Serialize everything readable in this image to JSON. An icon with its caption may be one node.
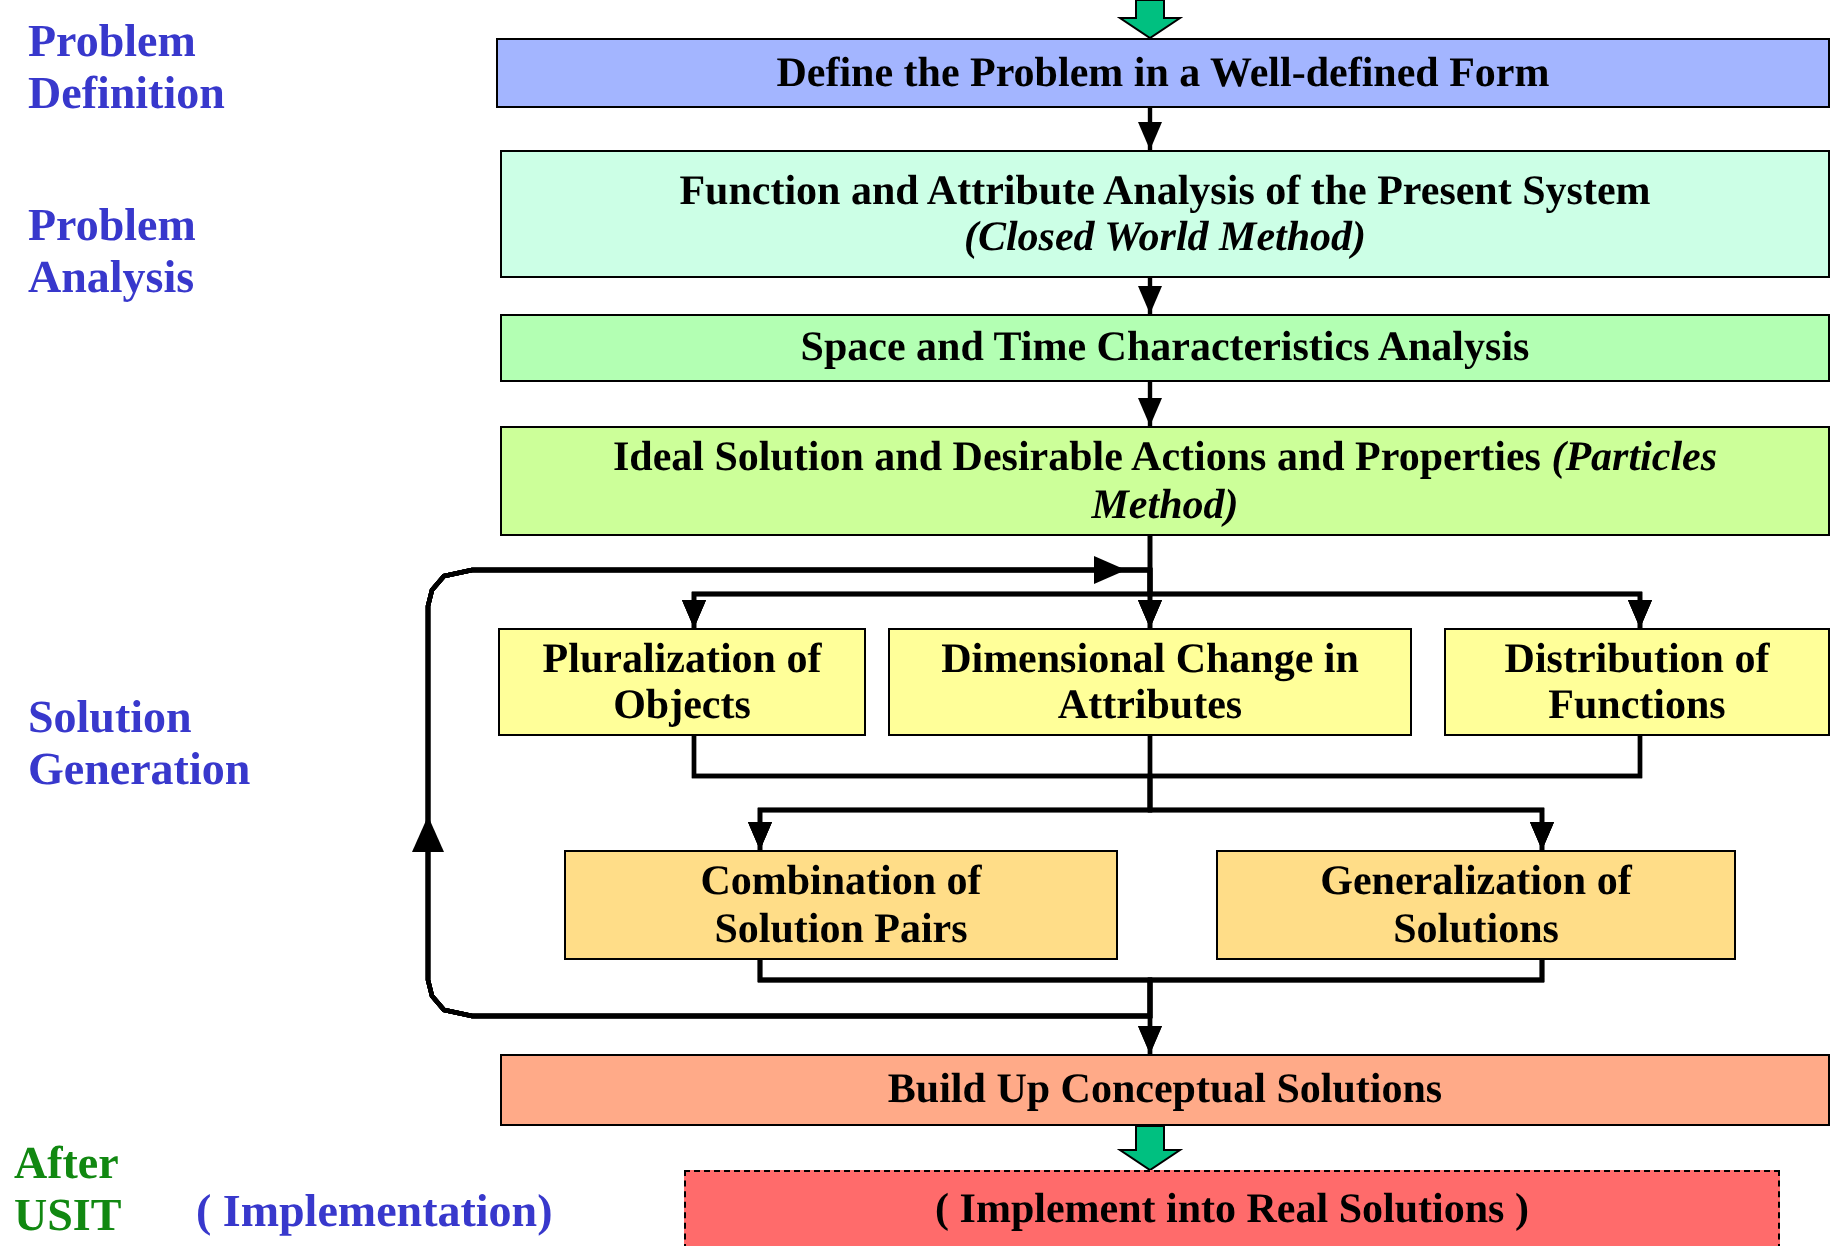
{
  "diagram": {
    "nodes": [
      {
        "text": [
          "Define the Problem in a Well-defined Form"
        ]
      },
      {
        "text": [
          "Function and Attribute Analysis of the Present System *(Closed World Method)*"
        ]
      },
      {
        "text": [
          "Space and Time Characteristics Analysis"
        ]
      },
      {
        "text": [
          "Ideal Solution and Desirable Actions and Properties *(Particles Method)*"
        ]
      },
      {
        "text": [
          "Pluralization of Objects"
        ]
      },
      {
        "text": [
          "Dimensional Change in Attributes"
        ]
      },
      {
        "text": [
          "Distribution of Functions"
        ]
      },
      {
        "text": [
          "Combination of Solution Pairs"
        ]
      },
      {
        "text": [
          "Generalization of Solutions"
        ]
      },
      {
        "text": [
          "Build Up Conceptual Solutions"
        ]
      },
      {
        "text": [
          "( Implement into Real Solutions )"
        ]
      }
    ],
    "edges": [
      {
        "from": null,
        "to": 0,
        "arrow": "to",
        "style": "thick",
        "color": "#00c080"
      },
      {
        "from": 0,
        "to": 1,
        "arrow": "to"
      },
      {
        "from": 1,
        "to": 2,
        "arrow": "to"
      },
      {
        "from": 2,
        "to": 3,
        "arrow": "to"
      },
      {
        "from": 3,
        "to": 4,
        "arrow": "to"
      },
      {
        "from": 3,
        "to": 5,
        "arrow": "to"
      },
      {
        "from": 3,
        "to": 6,
        "arrow": "to"
      },
      {
        "from": 4,
        "to": 7,
        "arrow": "to"
      },
      {
        "from": 4,
        "to": 8,
        "arrow": "to"
      },
      {
        "from": 5,
        "to": 7,
        "arrow": "to"
      },
      {
        "from": 5,
        "to": 8,
        "arrow": "to"
      },
      {
        "from": 6,
        "to": 7,
        "arrow": "to"
      },
      {
        "from": 6,
        "to": 8,
        "arrow": "to"
      },
      {
        "from": 7,
        "to": 9,
        "arrow": "to"
      },
      {
        "from": 8,
        "to": 9,
        "arrow": "to"
      },
      {
        "from": 7,
        "to": 4,
        "arrow": "to"
      },
      {
        "from": 7,
        "to": 5,
        "arrow": "to"
      },
      {
        "from": 7,
        "to": 6,
        "arrow": "to"
      },
      {
        "from": 8,
        "to": 4,
        "arrow": "to"
      },
      {
        "from": 8,
        "to": 5,
        "arrow": "to"
      },
      {
        "from": 8,
        "to": 6,
        "arrow": "to"
      },
      {
        "from": 9,
        "to": 10,
        "arrow": "to",
        "style": "thick",
        "color": "#00c080"
      }
    ],
    "labels": [
      "Problem Definition",
      "Problem Analysis",
      "Solution Generation",
      "After USIT",
      "( Implementation)"
    ]
  }
}
